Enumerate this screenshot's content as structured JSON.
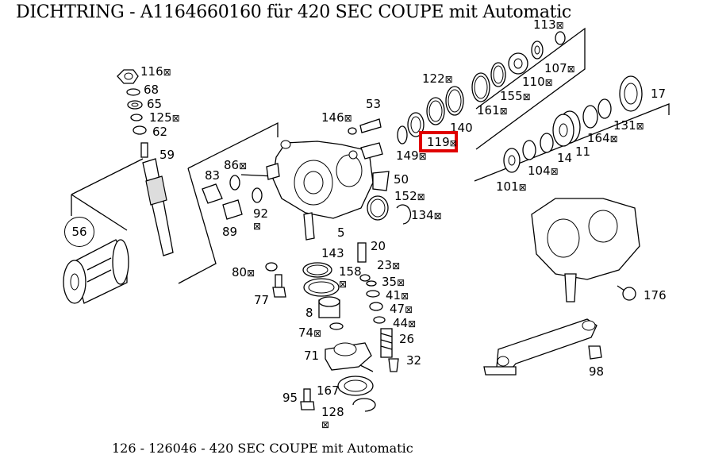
{
  "title": "DICHTRING  - A1164660160 für 420 SEC COUPE mit Automatic",
  "caption": "126 - 126046 - 420 SEC COUPE mit Automatic",
  "highlight_color": "#e00000",
  "highlighted_part": "119",
  "icon": "cart-icon",
  "parts": {
    "p113": "113",
    "p107": "107",
    "p110": "110",
    "p122": "122",
    "p155": "155",
    "p161": "161",
    "p17": "17",
    "p140": "140",
    "p119": "119",
    "p149": "149",
    "p131": "131",
    "p164": "164",
    "p14": "14",
    "p11": "11",
    "p104": "104",
    "p101": "101",
    "p116": "116",
    "p68": "68",
    "p65": "65",
    "p125": "125",
    "p62": "62",
    "p59": "59",
    "p53": "53",
    "p146": "146",
    "p86": "86",
    "p83": "83",
    "p50": "50",
    "p152": "152",
    "p134": "134",
    "p92": "92",
    "p89": "89",
    "p56": "56",
    "p5": "5",
    "p20": "20",
    "p143": "143",
    "p158": "158",
    "p23": "23",
    "p35": "35",
    "p41": "41",
    "p47": "47",
    "p44": "44",
    "p80": "80",
    "p77": "77",
    "p8": "8",
    "p74": "74",
    "p26": "26",
    "p71": "71",
    "p32": "32",
    "p167": "167",
    "p95": "95",
    "p128": "128",
    "p176": "176",
    "p98": "98"
  }
}
